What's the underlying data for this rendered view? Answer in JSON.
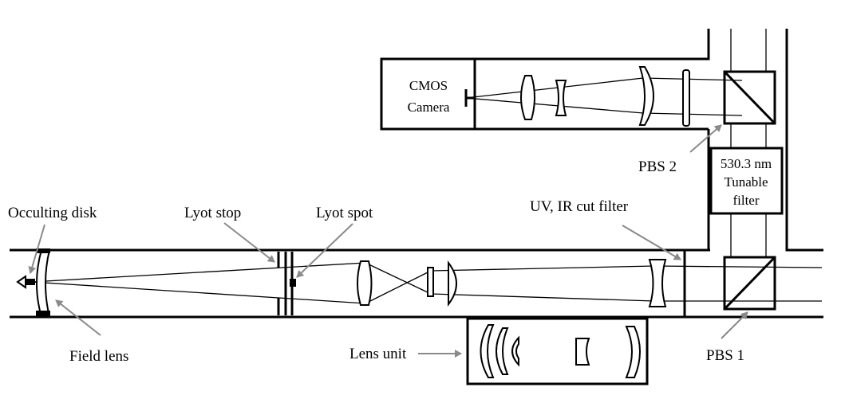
{
  "labels": {
    "occulting_disk": "Occulting disk",
    "lyot_stop": "Lyot stop",
    "lyot_spot": "Lyot spot",
    "uv_ir_cut_filter": "UV, IR cut filter",
    "pbs2": "PBS 2",
    "pbs1": "PBS 1",
    "field_lens": "Field lens",
    "lens_unit": "Lens unit",
    "camera_line1": "CMOS",
    "camera_line2": "Camera",
    "filter_line1": "530.3 nm",
    "filter_line2": "Tunable",
    "filter_line3": "filter"
  },
  "colors": {
    "line": "#000000",
    "arrow": "#8a8a8a",
    "background": "#ffffff"
  }
}
